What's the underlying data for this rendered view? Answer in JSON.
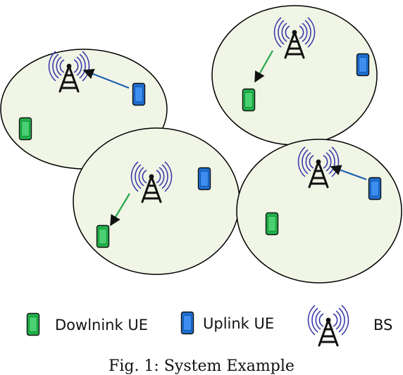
{
  "diagram": {
    "cells": [
      {
        "name": "cell-top-left"
      },
      {
        "name": "cell-top-right"
      },
      {
        "name": "cell-center"
      },
      {
        "name": "cell-bottom-right"
      }
    ],
    "colors": {
      "cell_fill": "#f0f5e6",
      "cell_stroke": "#000000",
      "downlink_ue": "#22b24c",
      "uplink_ue": "#1f6fd1",
      "downlink_arrow": "#23a84a",
      "uplink_arrow": "#2060b0",
      "bs_wave": "#3a3aaa",
      "bs_tower": "#111111"
    }
  },
  "legend": {
    "downlink_label": "Dowlnink UE",
    "uplink_label": "Uplink UE",
    "bs_label": "BS"
  },
  "caption": "Fig. 1: System Example"
}
